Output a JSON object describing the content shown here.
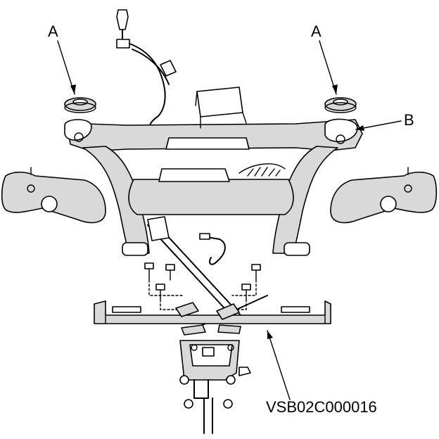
{
  "callouts": {
    "a_left": "A",
    "a_right": "A",
    "b": "B",
    "figure_code": "VSB02C000016"
  },
  "colors": {
    "line": "#000000",
    "shade": "#d9d9d9",
    "background": "#ffffff"
  }
}
